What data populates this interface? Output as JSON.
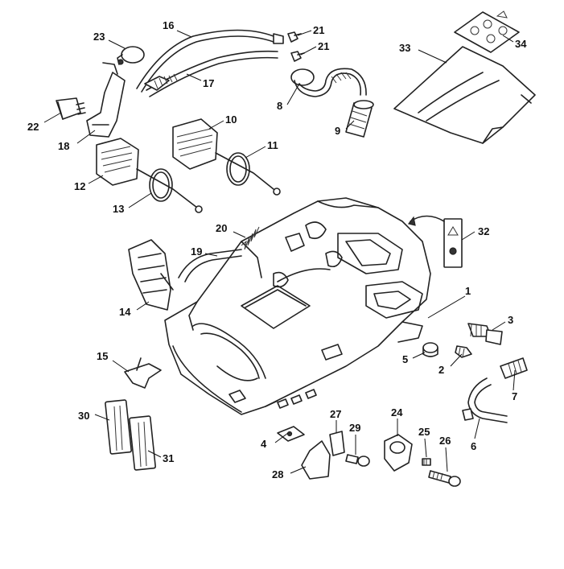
{
  "diagram": {
    "parts": [
      {
        "id": "p1",
        "label": "1"
      },
      {
        "id": "p2",
        "label": "2"
      },
      {
        "id": "p3",
        "label": "3"
      },
      {
        "id": "p4",
        "label": "4"
      },
      {
        "id": "p5",
        "label": "5"
      },
      {
        "id": "p6",
        "label": "6"
      },
      {
        "id": "p7",
        "label": "7"
      },
      {
        "id": "p8",
        "label": "8"
      },
      {
        "id": "p9",
        "label": "9"
      },
      {
        "id": "p10",
        "label": "10"
      },
      {
        "id": "p11",
        "label": "11"
      },
      {
        "id": "p12",
        "label": "12"
      },
      {
        "id": "p13",
        "label": "13"
      },
      {
        "id": "p14",
        "label": "14"
      },
      {
        "id": "p15",
        "label": "15"
      },
      {
        "id": "p16",
        "label": "16"
      },
      {
        "id": "p17",
        "label": "17"
      },
      {
        "id": "p18",
        "label": "18"
      },
      {
        "id": "p19",
        "label": "19"
      },
      {
        "id": "p20",
        "label": "20"
      },
      {
        "id": "p21a",
        "label": "21"
      },
      {
        "id": "p21b",
        "label": "21"
      },
      {
        "id": "p22",
        "label": "22"
      },
      {
        "id": "p23",
        "label": "23"
      },
      {
        "id": "p24",
        "label": "24"
      },
      {
        "id": "p25",
        "label": "25"
      },
      {
        "id": "p26",
        "label": "26"
      },
      {
        "id": "p27",
        "label": "27"
      },
      {
        "id": "p28",
        "label": "28"
      },
      {
        "id": "p29",
        "label": "29"
      },
      {
        "id": "p30",
        "label": "30"
      },
      {
        "id": "p31",
        "label": "31"
      },
      {
        "id": "p32",
        "label": "32"
      },
      {
        "id": "p33",
        "label": "33"
      },
      {
        "id": "p34",
        "label": "34"
      }
    ]
  }
}
